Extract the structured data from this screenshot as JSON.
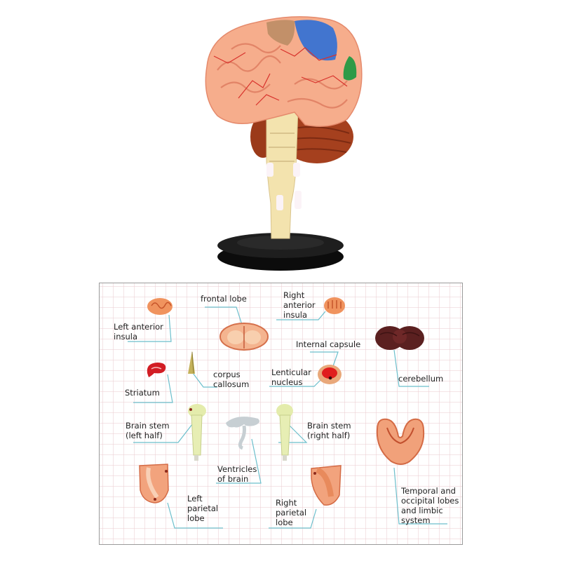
{
  "model": {
    "name": "4D brain anatomy model on black stand",
    "colors": {
      "cortex": "#f6ad8c",
      "vessels": "#d8322c",
      "brainstem": "#f3e3ae",
      "cerebellum": "#a5401e",
      "stand": "#0f0f0f",
      "blue_region": "#2f6fd6",
      "green_region": "#2e9a47"
    }
  },
  "panel": {
    "grid_color": "#ebcdd2",
    "leader_color": "#6cbfcc",
    "labels": [
      {
        "id": "left-anterior-insula",
        "text": "Left anterior\ninsula"
      },
      {
        "id": "frontal-lobe",
        "text": "frontal lobe"
      },
      {
        "id": "right-anterior-insula",
        "text": "Right\nanterior\ninsula"
      },
      {
        "id": "internal-capsule",
        "text": "Internal capsule"
      },
      {
        "id": "cerebellum",
        "text": "cerebellum"
      },
      {
        "id": "corpus-callosum",
        "text": "corpus\ncallosum"
      },
      {
        "id": "lenticular-nucleus",
        "text": "Lenticular\nnucleus"
      },
      {
        "id": "striatum",
        "text": "Striatum"
      },
      {
        "id": "brain-stem-left",
        "text": "Brain stem\n(left half)"
      },
      {
        "id": "brain-stem-right",
        "text": "Brain stem\n(right half)"
      },
      {
        "id": "ventricles",
        "text": "Ventricles\nof brain"
      },
      {
        "id": "left-parietal-lobe",
        "text": "Left\nparietal\nlobe"
      },
      {
        "id": "right-parietal-lobe",
        "text": "Right\nparietal\nlobe"
      },
      {
        "id": "temporal-occipital-limbic",
        "text": "Temporal and\noccipital lobes\nand limbic\nsystem"
      }
    ]
  }
}
